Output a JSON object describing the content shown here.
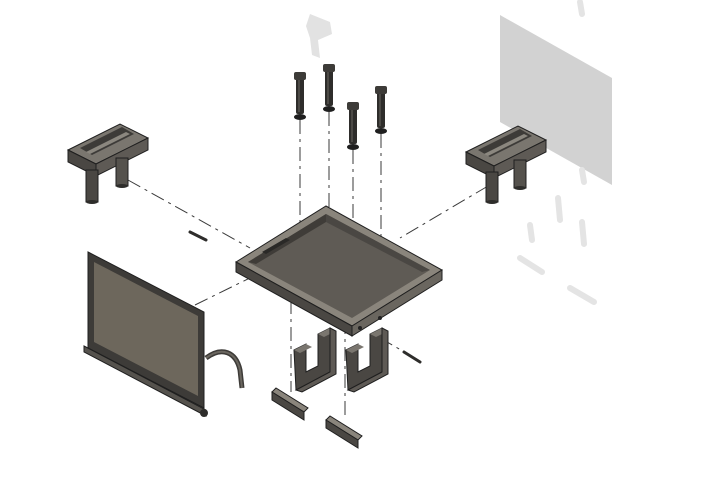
{
  "viewport": {
    "background": "#ffffff"
  },
  "colors": {
    "part_dark": "#3d3b38",
    "part_mid": "#5a5752",
    "part_light": "#7a766f",
    "panel_face": "#6d675c",
    "edge": "#1f1f1f",
    "ghost": "#d2d2d2",
    "axis": "#3a3a3a"
  },
  "parts": [
    {
      "name": "screws",
      "count": 4
    },
    {
      "name": "rail-brackets",
      "count": 2
    },
    {
      "name": "tray",
      "count": 1
    },
    {
      "name": "display-panel",
      "count": 1
    },
    {
      "name": "u-brackets",
      "count": 2
    },
    {
      "name": "end-caps",
      "count": 2
    },
    {
      "name": "pins",
      "count": 2
    }
  ]
}
